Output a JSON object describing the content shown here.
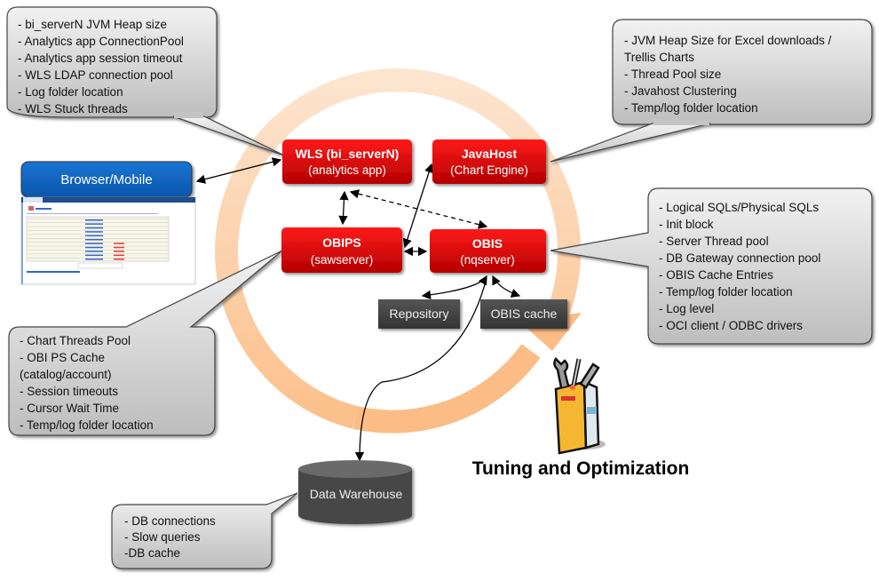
{
  "diagram": {
    "title": "Tuning and Optimization",
    "colors": {
      "component_red": "#d90000",
      "ring_orange": "#fbc28f",
      "callout_gray": "#d4d4d4",
      "browser_blue": "#0a62c2",
      "dark_box": "#4a4a4a"
    },
    "components": {
      "wls": {
        "title": "WLS (bi_serverN)",
        "subtitle": "(analytics app)"
      },
      "javahost": {
        "title": "JavaHost",
        "subtitle": "(Chart Engine)"
      },
      "obips": {
        "title": "OBIPS",
        "subtitle": "(sawserver)"
      },
      "obis": {
        "title": "OBIS",
        "subtitle": "(nqserver)"
      },
      "repository": {
        "label": "Repository"
      },
      "obis_cache": {
        "label": "OBIS cache"
      },
      "data_warehouse": {
        "label": "Data Warehouse"
      },
      "browser": {
        "label": "Browser/Mobile"
      }
    },
    "callouts": {
      "wls": {
        "lines": [
          "- bi_serverN JVM Heap size",
          "- Analytics app ConnectionPool",
          "- Analytics app session timeout",
          "- WLS LDAP connection pool",
          "- Log folder location",
          "- WLS Stuck threads"
        ]
      },
      "javahost": {
        "lines": [
          "- JVM Heap Size for  Excel downloads /",
          "Trellis Charts",
          "- Thread  Pool size",
          "- Javahost Clustering",
          "- Temp/log folder location"
        ]
      },
      "obis": {
        "lines": [
          "- Logical SQLs/Physical SQLs",
          "- Init block",
          "- Server Thread  pool",
          "- DB Gateway  connection pool",
          "- OBIS Cache Entries",
          "- Temp/log folder location",
          "- Log level",
          "- OCI  client / ODBC drivers"
        ]
      },
      "obips": {
        "lines": [
          "- Chart Threads  Pool",
          "- OBI PS Cache",
          "(catalog/account)",
          "- Session timeouts",
          "- Cursor Wait Time",
          "- Temp/log folder location"
        ]
      },
      "data_warehouse": {
        "lines": [
          "- DB connections",
          "- Slow queries",
          "-DB cache"
        ]
      }
    },
    "icons": {
      "tuning": "toolbox-icon",
      "browser_screenshot": "report-thumbnail"
    }
  }
}
